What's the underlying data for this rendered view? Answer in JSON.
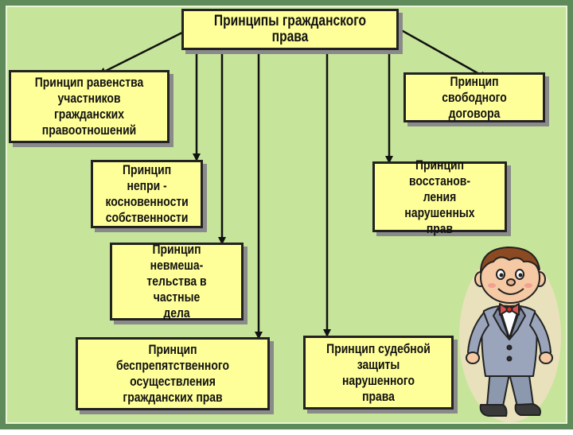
{
  "diagram": {
    "root": "Принципы гражданского права",
    "principles": {
      "equality": "Принцип равенства\nучастников гражданских\nправоотношений",
      "inviolability": "Принцип непри -\nкосновенности\nсобственности",
      "non_interference": "Принцип невмеша-\nтельства в частные\nдела",
      "unobstructed": "Принцип беспрепятственного\nосуществления\nгражданских прав",
      "free_contract": "Принцип свободного\nдоговора",
      "restoration": "Принцип восстанов-\nления нарушенных\nправ",
      "judicial": "Принцип судебной\nзащиты нарушенного\nправа"
    }
  },
  "colors": {
    "background": "#c6e59a",
    "box_fill": "#ffff99",
    "frame": "#5f8a5a"
  },
  "illustration": "cartoon-boy-in-suit"
}
